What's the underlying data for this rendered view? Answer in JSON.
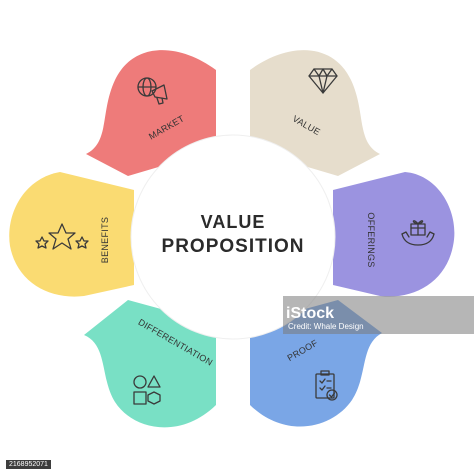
{
  "center": {
    "line1": "VALUE",
    "line2": "PROPOSITION"
  },
  "segments": [
    {
      "label": "MARKET",
      "color": "#ee7b7a",
      "icon": "megaphone-globe-icon"
    },
    {
      "label": "VALUE",
      "color": "#e6ddcc",
      "icon": "diamond-icon"
    },
    {
      "label": "OFFERINGS",
      "color": "#9b93e0",
      "icon": "hand-gift-box-icon"
    },
    {
      "label": "PROOF",
      "color": "#7aa6e6",
      "icon": "clipboard-checklist-icon"
    },
    {
      "label": "DIFFERENTIATION",
      "color": "#79e0c5",
      "icon": "shapes-icon"
    },
    {
      "label": "BENEFITS",
      "color": "#fadb72",
      "icon": "stars-icon"
    }
  ],
  "watermark": {
    "logo": "iStock",
    "credit": "Credit: Whale Design"
  },
  "stock_id": "2168952071"
}
